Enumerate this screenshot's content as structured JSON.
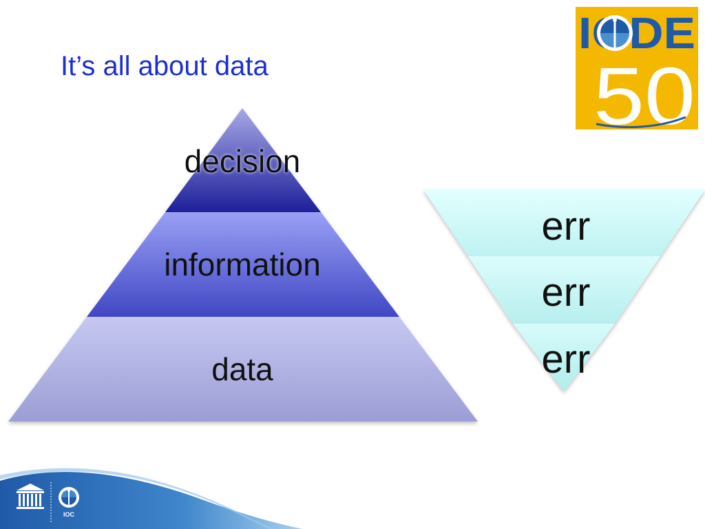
{
  "slide": {
    "title": "It’s all about data"
  },
  "pyramid": {
    "tiers": [
      {
        "label": "decision",
        "color_top": "#a7a8e6",
        "color_bottom": "#1d1f9a"
      },
      {
        "label": "information",
        "color_top": "#9aa0f5",
        "color_bottom": "#4047c4"
      },
      {
        "label": "data",
        "color_top": "#c6c8f2",
        "color_bottom": "#9c9dd4"
      }
    ]
  },
  "inverted_triangle": {
    "tiers": [
      {
        "label": "err"
      },
      {
        "label": "err"
      },
      {
        "label": "err"
      }
    ],
    "color_light": "#dcffff",
    "color_mid": "#b4f0f0"
  },
  "logo": {
    "line1": "IODE",
    "line2": "50",
    "icon": "compass-icon",
    "background_color": "#f5b800",
    "text_color": "#1f5aa8"
  },
  "footer": {
    "ioc_label": "IOC",
    "unesco_icon": "unesco-temple-icon",
    "ioc_icon": "ioc-compass-icon",
    "wave_color": "#2f6fb8"
  }
}
